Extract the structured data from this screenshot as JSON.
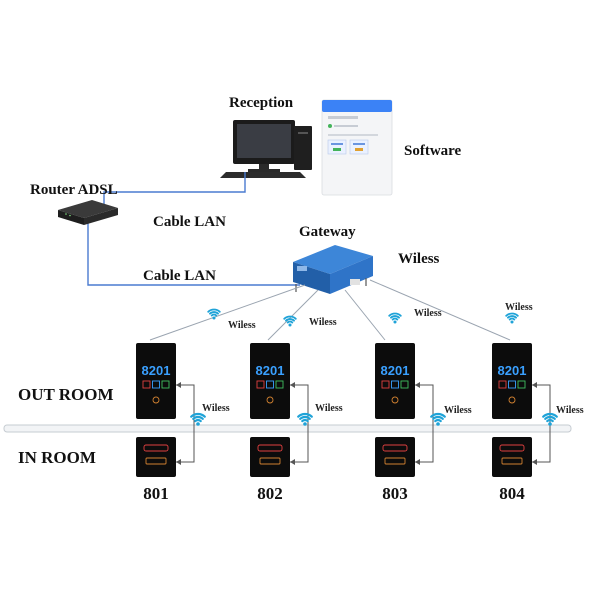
{
  "labels": {
    "reception": "Reception",
    "software": "Software",
    "router": "Router ADSL",
    "cable_lan_top": "Cable LAN",
    "cable_lan_bottom": "Cable LAN",
    "gateway": "Gateway",
    "wiless_main": "Wiless",
    "out_room": "OUT ROOM",
    "in_room": "IN ROOM"
  },
  "wireless_link_label": "Wiless",
  "rooms": [
    {
      "room": "801",
      "panel_display": "8201"
    },
    {
      "room": "802",
      "panel_display": "8201"
    },
    {
      "room": "803",
      "panel_display": "8201"
    },
    {
      "room": "804",
      "panel_display": "8201"
    }
  ],
  "colors": {
    "cable": "#4a7bd0",
    "wire": "#9aa4b0",
    "wifi": "#1fa3d8",
    "gateway": "#2f74c8",
    "panel": "#0c0c0c",
    "panel_text": "#3aa0ff",
    "software_header": "#3b82f6"
  },
  "icons": [
    "wifi-icon",
    "computer-monitor-icon",
    "router-icon",
    "gateway-icon",
    "tablet-screen-icon"
  ]
}
